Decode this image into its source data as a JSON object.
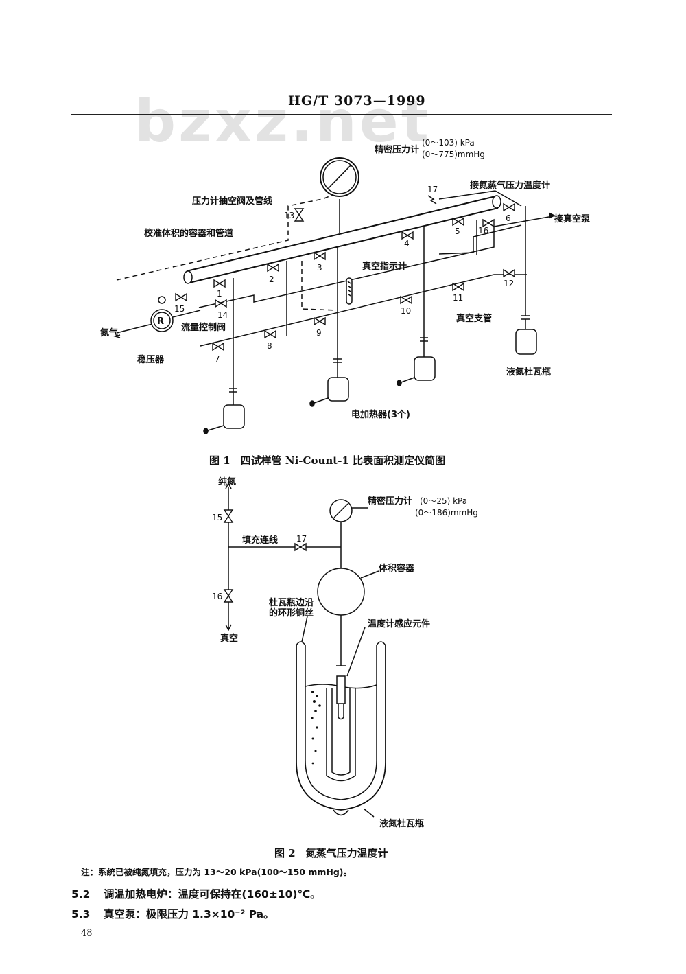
{
  "header": "HG/T 3073—1999",
  "watermark": "bzxz.net",
  "fig1": {
    "gauge_label": "精密压力计",
    "gauge_range_kpa": "(0～103) kPa",
    "gauge_range_mmhg": "(0～775)mmHg",
    "gauge_valve_label": "压力计抽空阀及管线",
    "n2_thermometer_label": "接氮蒸气压力温度计",
    "vacuum_pump_label": "接真空泵",
    "calib_vessel_label": "校准体积的容器和管道",
    "vacuum_indicator_label": "真空指示计",
    "nitrogen_label": "氮气",
    "regulator_label": "稳压器",
    "regulator_symbol": "R",
    "flow_valve_label": "流量控制阀",
    "vacuum_branch_label": "真空支管",
    "dewar_label": "液氮杜瓦瓶",
    "heater_label": "电加热器(3个)",
    "valve_numbers": [
      "1",
      "2",
      "3",
      "4",
      "5",
      "6",
      "7",
      "8",
      "9",
      "10",
      "11",
      "12",
      "13",
      "14",
      "15",
      "16",
      "17"
    ],
    "caption": "图 1　四试样管 Ni-Count-1 比表面积测定仪简图"
  },
  "fig2": {
    "pure_n2_label": "纯氮",
    "gauge_label": "精密压力计",
    "gauge_range_kpa": "(0～25) kPa",
    "gauge_range_mmhg": "(0～186)mmHg",
    "fill_line_label": "填充连线",
    "vessel_label": "体积容器",
    "ring_wire_label_1": "杜瓦瓶边沿",
    "ring_wire_label_2": "的环形铜丝",
    "sensor_label": "温度计感应元件",
    "vacuum_label": "真空",
    "dewar_label": "液氮杜瓦瓶",
    "valve_numbers": [
      "15",
      "16",
      "17"
    ],
    "caption": "图 2　氮蒸气压力温度计"
  },
  "note": "注：系统已被纯氮填充，压力为 13～20 kPa(100～150 mmHg)。",
  "section_5_2": {
    "number": "5.2",
    "text": "调温加热电炉：温度可保持在(160±10)℃。"
  },
  "section_5_3": {
    "number": "5.3",
    "text": "真空泵：极限压力 1.3×10⁻² Pa。"
  },
  "page_number": "48"
}
